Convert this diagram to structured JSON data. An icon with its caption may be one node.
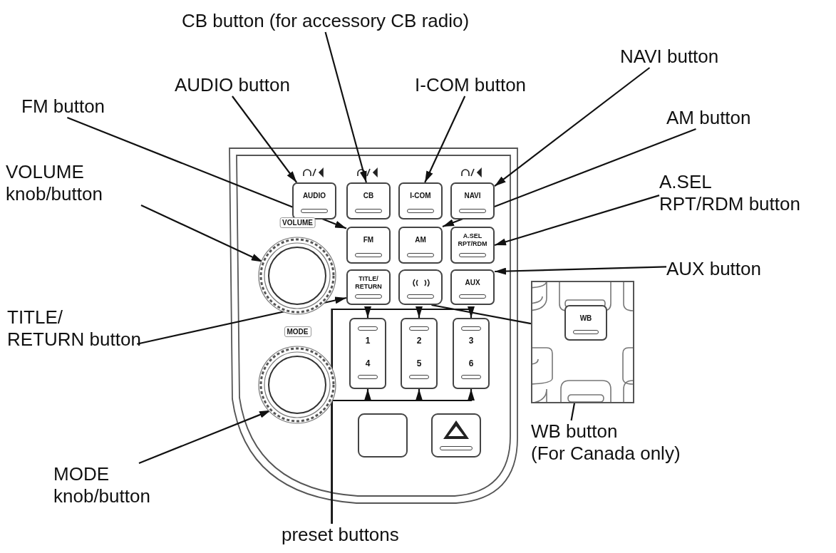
{
  "diagram": {
    "nodes": [
      {
        "text": [
          "CB button (for accessory CB radio)"
        ]
      },
      {
        "text": [
          "AUDIO button"
        ]
      },
      {
        "text": [
          "I-COM button"
        ]
      },
      {
        "text": [
          "NAVI button"
        ]
      },
      {
        "text": [
          "FM button"
        ]
      },
      {
        "text": [
          "AM button"
        ]
      },
      {
        "text": [
          "VOLUME knob/button"
        ]
      },
      {
        "text": [
          "A.SEL",
          "RPT/RDM button"
        ]
      },
      {
        "text": [
          "AUX button"
        ]
      },
      {
        "text": [
          "TITLE/",
          "RETURN button"
        ]
      },
      {
        "text": [
          "WB button",
          "(For Canada only)"
        ]
      },
      {
        "text": [
          "MODE knob/button"
        ]
      },
      {
        "text": [
          "preset buttons"
        ]
      },
      {
        "text": [
          "AUDIO"
        ]
      },
      {
        "text": [
          "CB"
        ]
      },
      {
        "text": [
          "I-COM"
        ]
      },
      {
        "text": [
          "NAVI"
        ]
      },
      {
        "text": [
          "FM"
        ]
      },
      {
        "text": [
          "AM"
        ]
      },
      {
        "text": [
          "A.SEL",
          "RPT/RDM"
        ]
      },
      {
        "text": [
          "TITLE/ RETURN"
        ]
      },
      {
        "text": [],
        "shape": "box"
      },
      {
        "text": [
          "AUX"
        ]
      },
      {
        "text": [
          "VOLUME"
        ]
      },
      {
        "text": [
          "MODE"
        ]
      },
      {
        "text": [
          "1",
          "4"
        ]
      },
      {
        "text": [
          "2",
          "5"
        ]
      },
      {
        "text": [
          "3",
          "6"
        ]
      },
      {
        "text": [],
        "shape": "box"
      },
      {
        "text": [],
        "shape": "box"
      },
      {
        "text": [],
        "shape": "box"
      },
      {
        "text": [
          "WB"
        ],
        "in": 30
      }
    ],
    "edges": [
      {
        "from": 0,
        "to": 14,
        "arrow": "to"
      },
      {
        "from": 1,
        "to": 13,
        "arrow": "to"
      },
      {
        "from": 2,
        "to": 15,
        "arrow": "to"
      },
      {
        "from": 3,
        "to": 16,
        "arrow": "to"
      },
      {
        "from": 4,
        "to": 17,
        "arrow": "to"
      },
      {
        "from": 5,
        "to": 18,
        "arrow": "to"
      },
      {
        "from": 6,
        "to": 23,
        "arrow": "to"
      },
      {
        "from": 7,
        "to": 19,
        "arrow": "to"
      },
      {
        "from": 8,
        "to": 22,
        "arrow": "to"
      },
      {
        "from": 9,
        "to": 20,
        "arrow": "to"
      },
      {
        "from": 10,
        "to": 31,
        "arrow": "to"
      },
      {
        "from": 11,
        "to": 24,
        "arrow": "to"
      },
      {
        "from": 12,
        "to": 25,
        "arrow": "to"
      },
      {
        "from": 12,
        "to": 26,
        "arrow": "to"
      },
      {
        "from": 12,
        "to": 27,
        "arrow": "to"
      },
      {
        "from": 12,
        "to": 25,
        "arrow": "to"
      },
      {
        "from": 12,
        "to": 26,
        "arrow": "to"
      },
      {
        "from": 12,
        "to": 27,
        "arrow": "to"
      },
      {
        "from": 21,
        "to": 30,
        "arrow": "none"
      }
    ]
  }
}
